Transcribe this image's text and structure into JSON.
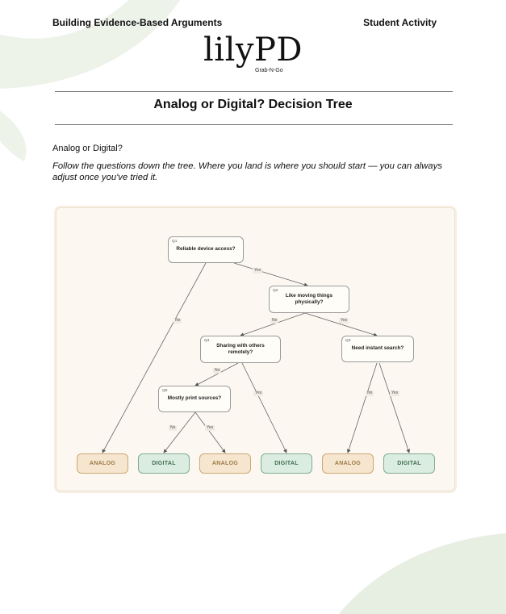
{
  "header": {
    "left": "Building Evidence-Based Arguments",
    "right": "Student Activity"
  },
  "logo": {
    "main": "lilyPD",
    "sub": "Grab-N-Go"
  },
  "title": "Analog or Digital? Decision Tree",
  "lead": "Analog or Digital?",
  "instructions": "Follow the questions down the tree. Where you land is where you should start — you can always adjust once you've tried it.",
  "tree": {
    "questions": [
      {
        "id": "Q1",
        "text": "Reliable device access?"
      },
      {
        "id": "Q2",
        "text": "Like moving things physically?"
      },
      {
        "id": "Q3",
        "text": "Need instant search?"
      },
      {
        "id": "Q4",
        "text": "Sharing with others remotely?"
      },
      {
        "id": "Q5",
        "text": "Mostly print sources?"
      }
    ],
    "edge_labels": {
      "yes": "Yes",
      "no": "No"
    },
    "leaves": [
      "ANALOG",
      "DIGITAL",
      "ANALOG",
      "DIGITAL",
      "ANALOG",
      "DIGITAL"
    ]
  },
  "colors": {
    "analog": "#f6e6cf",
    "digital": "#dbece0",
    "accent_green": "#e9efe4"
  }
}
